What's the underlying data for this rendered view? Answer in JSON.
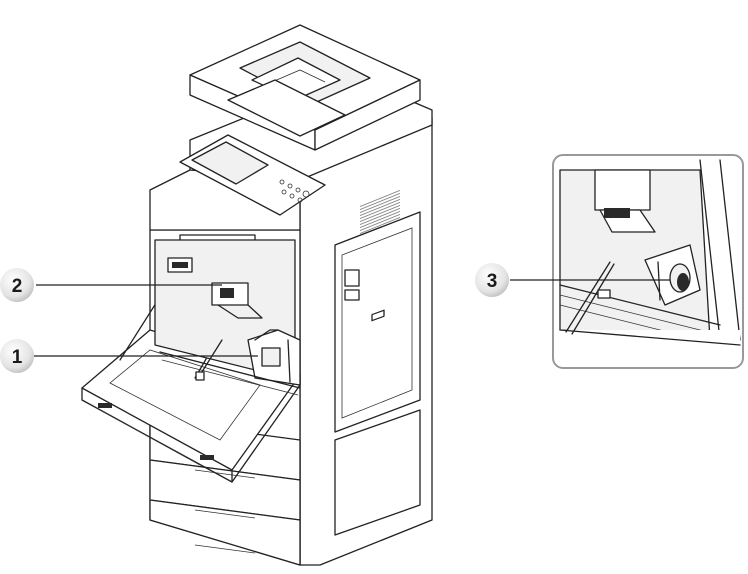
{
  "figure": {
    "callouts": [
      {
        "id": "1",
        "label": "1"
      },
      {
        "id": "2",
        "label": "2"
      },
      {
        "id": "3",
        "label": "3"
      }
    ],
    "colors": {
      "line": "#222222",
      "bubble_fill": "#eeeeee",
      "inset_border": "#999999",
      "background": "#ffffff"
    }
  }
}
